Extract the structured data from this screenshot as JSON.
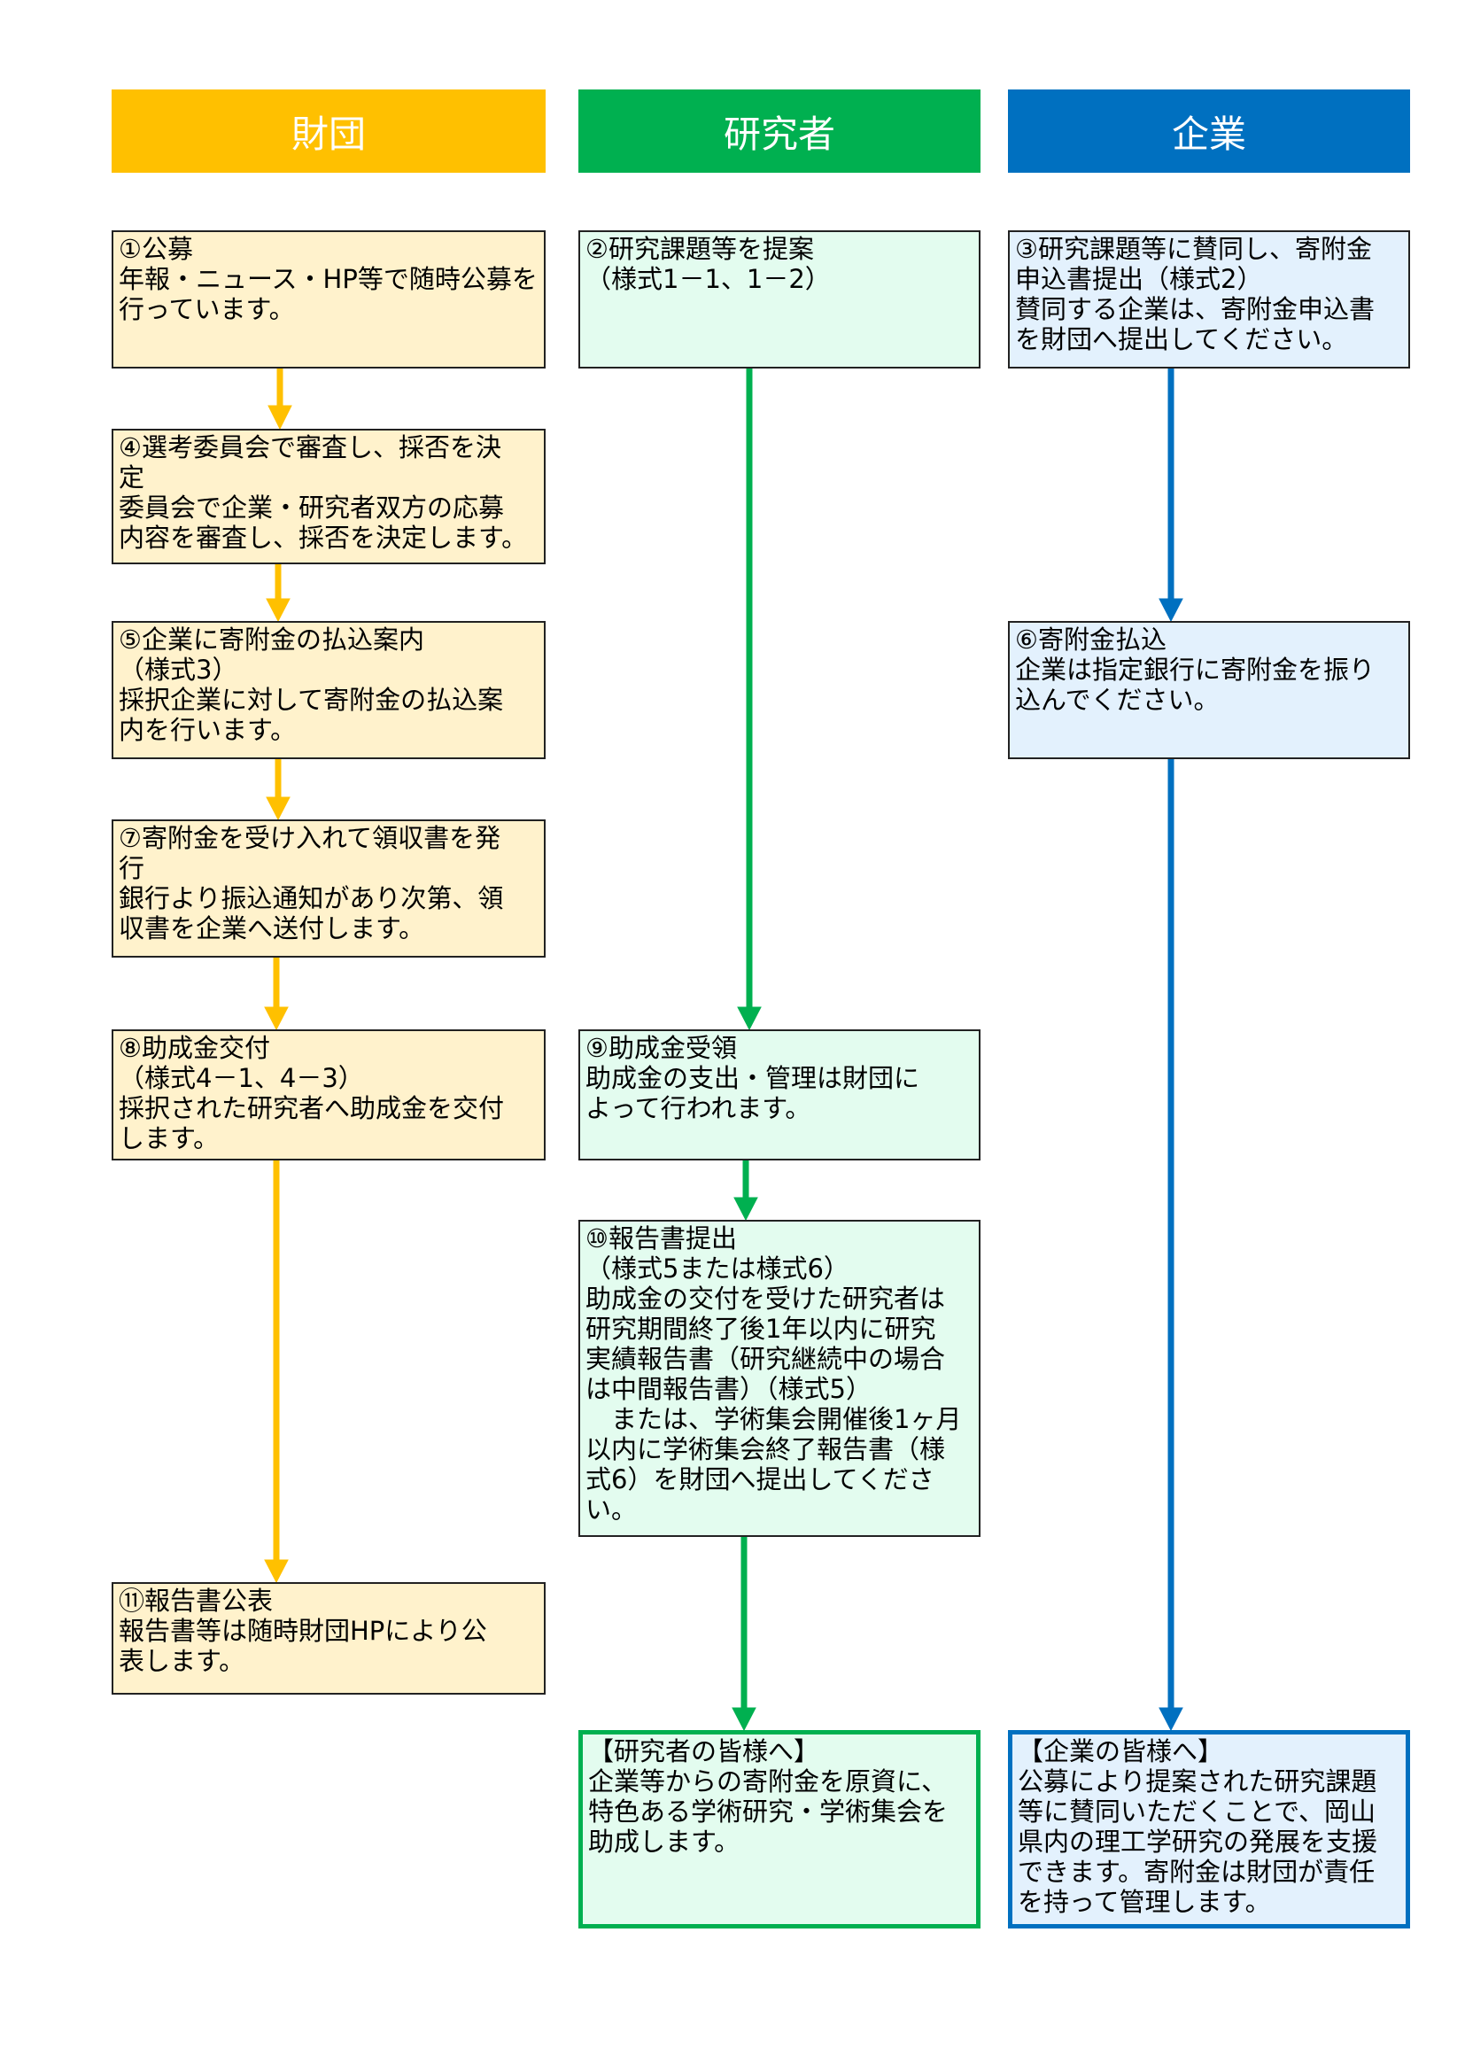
{
  "headers": {
    "foundation": "財団",
    "researcher": "研究者",
    "company": "企業"
  },
  "colors": {
    "foundation": "#FFC000",
    "researcher": "#00B050",
    "company": "#0070C0"
  },
  "steps": {
    "s1": "①公募\n年報・ニュース・HP等で随時公募を\n行っています。",
    "s2": "②研究課題等を提案\n（様式1－1、1－2）",
    "s3": "③研究課題等に賛同し、寄附金\n申込書提出（様式2）\n賛同する企業は、寄附金申込書\nを財団へ提出してください。",
    "s4": "④選考委員会で審査し、採否を決\n定\n委員会で企業・研究者双方の応募\n内容を審査し、採否を決定します。",
    "s5": "⑤企業に寄附金の払込案内\n（様式3）\n採択企業に対して寄附金の払込案\n内を行います。",
    "s6": "⑥寄附金払込\n企業は指定銀行に寄附金を振り\n込んでください。",
    "s7": "⑦寄附金を受け入れて領収書を発\n行\n銀行より振込通知があり次第、領\n収書を企業へ送付します。",
    "s8": "⑧助成金交付\n（様式4－1、4－3）\n採択された研究者へ助成金を交付\nします。",
    "s9": "⑨助成金受領\n助成金の支出・管理は財団に\nよって行われます。",
    "s10": "⑩報告書提出\n（様式5または様式6）\n助成金の交付を受けた研究者は\n研究期間終了後1年以内に研究\n実績報告書（研究継続中の場合\nは中間報告書）（様式5）\n　または、学術集会開催後1ヶ月\n以内に学術集会終了報告書（様\n式6）を財団へ提出してくださ\nい。",
    "s11": "⑪報告書公表\n報告書等は随時財団HPにより公\n表します。"
  },
  "notes": {
    "researcher": "【研究者の皆様へ】\n企業等からの寄附金を原資に、\n特色ある学術研究・学術集会を\n助成します。",
    "company": "【企業の皆様へ】\n公募により提案された研究課題\n等に賛同いただくことで、岡山\n県内の理工学研究の発展を支援\nできます。寄附金は財団が責任\nを持って管理します。"
  }
}
